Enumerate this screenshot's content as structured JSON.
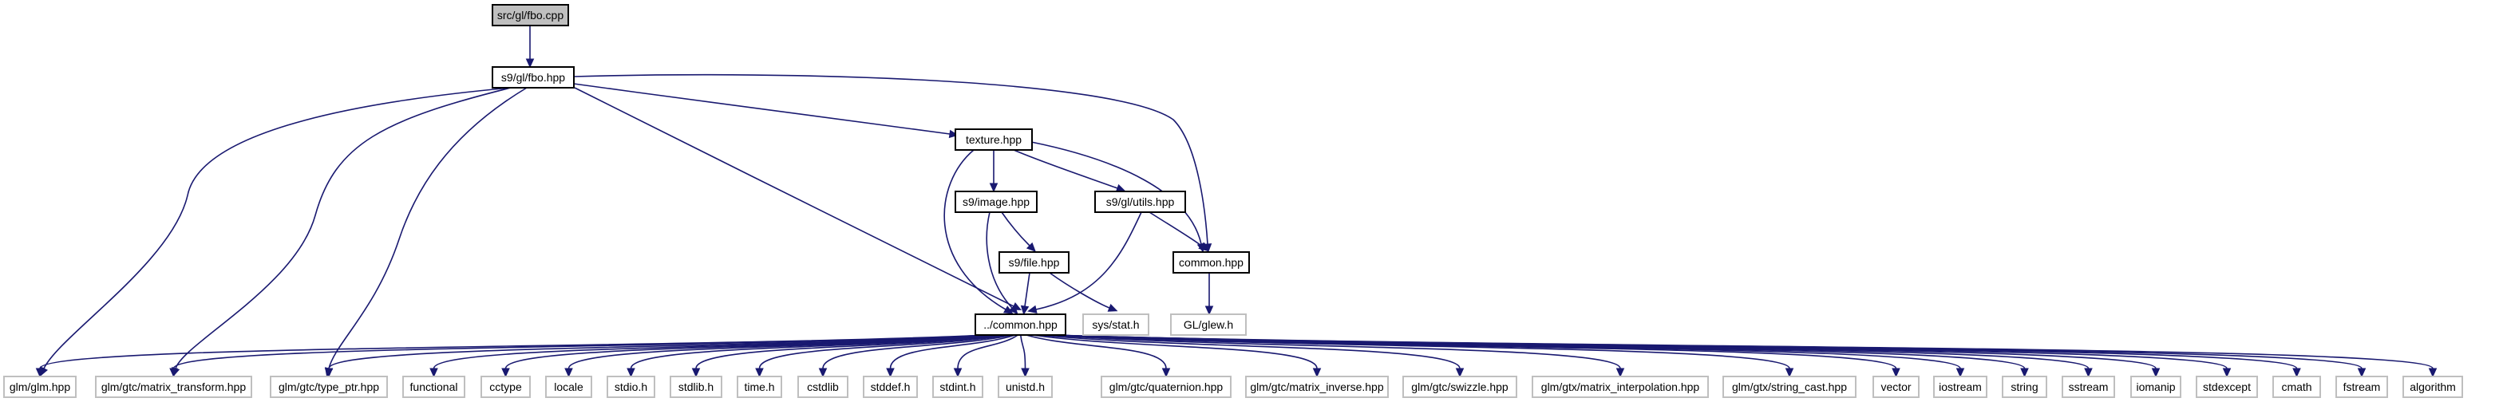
{
  "graph": {
    "colors": {
      "edge": "#191970",
      "node_border": "#000000",
      "node_fill": "#ffffff",
      "root_fill": "#bfbfbf",
      "external_border": "#bfbfbf"
    },
    "nodes": [
      {
        "id": "fbo_cpp",
        "label": "src/gl/fbo.cpp",
        "style": "root"
      },
      {
        "id": "fbo_hpp",
        "label": "s9/gl/fbo.hpp",
        "style": "normal"
      },
      {
        "id": "texture_hpp",
        "label": "texture.hpp",
        "style": "normal"
      },
      {
        "id": "image_hpp",
        "label": "s9/image.hpp",
        "style": "normal"
      },
      {
        "id": "utils_hpp",
        "label": "s9/gl/utils.hpp",
        "style": "normal"
      },
      {
        "id": "gl_common_hpp",
        "label": "common.hpp",
        "style": "normal"
      },
      {
        "id": "file_hpp",
        "label": "s9/file.hpp",
        "style": "normal"
      },
      {
        "id": "common_hpp",
        "label": "../common.hpp",
        "style": "normal"
      },
      {
        "id": "sys_stat",
        "label": "sys/stat.h",
        "style": "external"
      },
      {
        "id": "glew",
        "label": "GL/glew.h",
        "style": "external"
      },
      {
        "id": "glm_hpp",
        "label": "glm/glm.hpp",
        "style": "external"
      },
      {
        "id": "matrix_transform",
        "label": "glm/gtc/matrix_transform.hpp",
        "style": "external"
      },
      {
        "id": "type_ptr",
        "label": "glm/gtc/type_ptr.hpp",
        "style": "external"
      },
      {
        "id": "functional",
        "label": "functional",
        "style": "external"
      },
      {
        "id": "cctype",
        "label": "cctype",
        "style": "external"
      },
      {
        "id": "locale",
        "label": "locale",
        "style": "external"
      },
      {
        "id": "stdio",
        "label": "stdio.h",
        "style": "external"
      },
      {
        "id": "stdlib",
        "label": "stdlib.h",
        "style": "external"
      },
      {
        "id": "time",
        "label": "time.h",
        "style": "external"
      },
      {
        "id": "cstdlib",
        "label": "cstdlib",
        "style": "external"
      },
      {
        "id": "stddef",
        "label": "stddef.h",
        "style": "external"
      },
      {
        "id": "stdint",
        "label": "stdint.h",
        "style": "external"
      },
      {
        "id": "unistd",
        "label": "unistd.h",
        "style": "external"
      },
      {
        "id": "quaternion",
        "label": "glm/gtc/quaternion.hpp",
        "style": "external"
      },
      {
        "id": "matrix_inverse",
        "label": "glm/gtc/matrix_inverse.hpp",
        "style": "external"
      },
      {
        "id": "swizzle",
        "label": "glm/gtc/swizzle.hpp",
        "style": "external"
      },
      {
        "id": "matrix_interpolation",
        "label": "glm/gtx/matrix_interpolation.hpp",
        "style": "external"
      },
      {
        "id": "string_cast",
        "label": "glm/gtx/string_cast.hpp",
        "style": "external"
      },
      {
        "id": "vector",
        "label": "vector",
        "style": "external"
      },
      {
        "id": "iostream",
        "label": "iostream",
        "style": "external"
      },
      {
        "id": "string",
        "label": "string",
        "style": "external"
      },
      {
        "id": "sstream",
        "label": "sstream",
        "style": "external"
      },
      {
        "id": "iomanip",
        "label": "iomanip",
        "style": "external"
      },
      {
        "id": "stdexcept",
        "label": "stdexcept",
        "style": "external"
      },
      {
        "id": "cmath",
        "label": "cmath",
        "style": "external"
      },
      {
        "id": "fstream",
        "label": "fstream",
        "style": "external"
      },
      {
        "id": "algorithm",
        "label": "algorithm",
        "style": "external"
      }
    ],
    "edges": [
      {
        "from": "fbo_cpp",
        "to": "fbo_hpp"
      },
      {
        "from": "fbo_hpp",
        "to": "glm_hpp"
      },
      {
        "from": "fbo_hpp",
        "to": "matrix_transform"
      },
      {
        "from": "fbo_hpp",
        "to": "type_ptr"
      },
      {
        "from": "fbo_hpp",
        "to": "common_hpp"
      },
      {
        "from": "fbo_hpp",
        "to": "texture_hpp"
      },
      {
        "from": "fbo_hpp",
        "to": "gl_common_hpp"
      },
      {
        "from": "texture_hpp",
        "to": "image_hpp"
      },
      {
        "from": "texture_hpp",
        "to": "utils_hpp"
      },
      {
        "from": "texture_hpp",
        "to": "common_hpp"
      },
      {
        "from": "texture_hpp",
        "to": "gl_common_hpp"
      },
      {
        "from": "image_hpp",
        "to": "file_hpp"
      },
      {
        "from": "image_hpp",
        "to": "common_hpp"
      },
      {
        "from": "utils_hpp",
        "to": "gl_common_hpp"
      },
      {
        "from": "utils_hpp",
        "to": "common_hpp"
      },
      {
        "from": "file_hpp",
        "to": "common_hpp"
      },
      {
        "from": "file_hpp",
        "to": "sys_stat"
      },
      {
        "from": "gl_common_hpp",
        "to": "glew"
      },
      {
        "from": "common_hpp",
        "to": "glm_hpp"
      },
      {
        "from": "common_hpp",
        "to": "matrix_transform"
      },
      {
        "from": "common_hpp",
        "to": "type_ptr"
      },
      {
        "from": "common_hpp",
        "to": "functional"
      },
      {
        "from": "common_hpp",
        "to": "cctype"
      },
      {
        "from": "common_hpp",
        "to": "locale"
      },
      {
        "from": "common_hpp",
        "to": "stdio"
      },
      {
        "from": "common_hpp",
        "to": "stdlib"
      },
      {
        "from": "common_hpp",
        "to": "time"
      },
      {
        "from": "common_hpp",
        "to": "cstdlib"
      },
      {
        "from": "common_hpp",
        "to": "stddef"
      },
      {
        "from": "common_hpp",
        "to": "stdint"
      },
      {
        "from": "common_hpp",
        "to": "unistd"
      },
      {
        "from": "common_hpp",
        "to": "quaternion"
      },
      {
        "from": "common_hpp",
        "to": "matrix_inverse"
      },
      {
        "from": "common_hpp",
        "to": "swizzle"
      },
      {
        "from": "common_hpp",
        "to": "matrix_interpolation"
      },
      {
        "from": "common_hpp",
        "to": "string_cast"
      },
      {
        "from": "common_hpp",
        "to": "vector"
      },
      {
        "from": "common_hpp",
        "to": "iostream"
      },
      {
        "from": "common_hpp",
        "to": "string"
      },
      {
        "from": "common_hpp",
        "to": "sstream"
      },
      {
        "from": "common_hpp",
        "to": "iomanip"
      },
      {
        "from": "common_hpp",
        "to": "stdexcept"
      },
      {
        "from": "common_hpp",
        "to": "cmath"
      },
      {
        "from": "common_hpp",
        "to": "fstream"
      },
      {
        "from": "common_hpp",
        "to": "algorithm"
      }
    ]
  }
}
